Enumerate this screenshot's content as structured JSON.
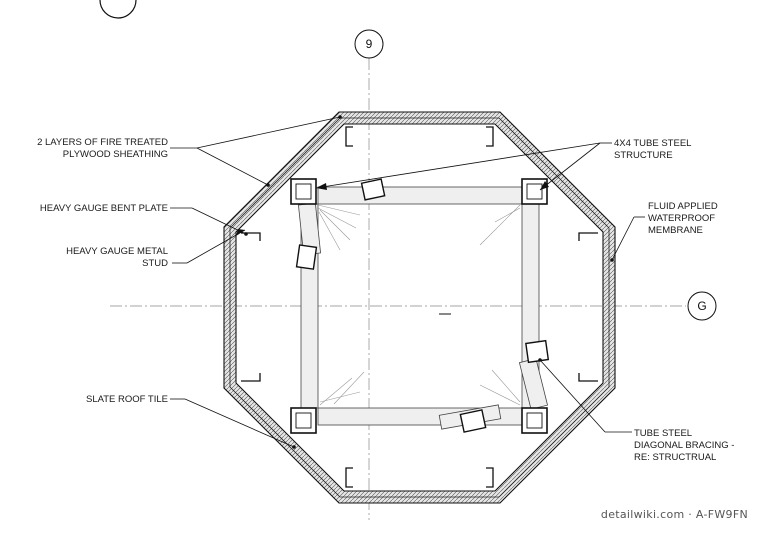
{
  "grid_bubbles": {
    "vertical": "9",
    "horizontal": "G"
  },
  "labels": {
    "plywood_line1": "2 LAYERS OF FIRE TREATED",
    "plywood_line2": "PLYWOOD SHEATHING",
    "bent_plate": "HEAVY GAUGE BENT PLATE",
    "stud_line1": "HEAVY GAUGE METAL",
    "stud_line2": "STUD",
    "slate": "SLATE ROOF TILE",
    "tube_line1": "4X4 TUBE STEEL",
    "tube_line2": "STRUCTURE",
    "fluid_line1": "FLUID APPLIED",
    "fluid_line2": "WATERPROOF",
    "fluid_line3": "MEMBRANE",
    "brace_line1": "TUBE STEEL",
    "brace_line2": "DIAGONAL  BRACING -",
    "brace_line3": "RE: STRUCTRUAL"
  },
  "watermark": "detailwiki.com · A-FW9FN",
  "colors": {
    "ink": "#111111",
    "wall_fill": "#d8d8d8",
    "beam_fill": "#efefef"
  }
}
